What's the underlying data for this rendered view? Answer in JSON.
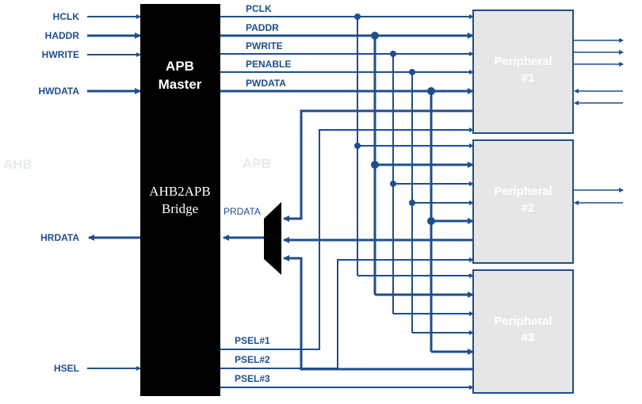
{
  "ahb_signals": {
    "hclk": "HCLK",
    "haddr": "HADDR",
    "hwrite": "HWRITE",
    "hwdata": "HWDATA",
    "hrdata": "HRDATA",
    "hsel": "HSEL"
  },
  "zones": {
    "ahb": "AHB",
    "apb": "APB"
  },
  "master": {
    "line1": "APB",
    "line2": "Master",
    "bridge1": "AHB2APB",
    "bridge2": "Bridge"
  },
  "apb_signals": {
    "pclk": "PCLK",
    "paddr": "PADDR",
    "pwrite": "PWRITE",
    "penable": "PENABLE",
    "pwdata": "PWDATA",
    "prdata": "PRDATA"
  },
  "psel": {
    "p1": "PSEL#1",
    "p2": "PSEL#2",
    "p3": "PSEL#3"
  },
  "peripherals": [
    {
      "name": "Peripheral",
      "num": "#1"
    },
    {
      "name": "Peripheral",
      "num": "#2"
    },
    {
      "name": "Peripheral",
      "num": "#3"
    }
  ],
  "colors": {
    "wire": "#1f4e8c",
    "peripheral_fill": "#e6e6e6",
    "master_fill": "#000000"
  }
}
